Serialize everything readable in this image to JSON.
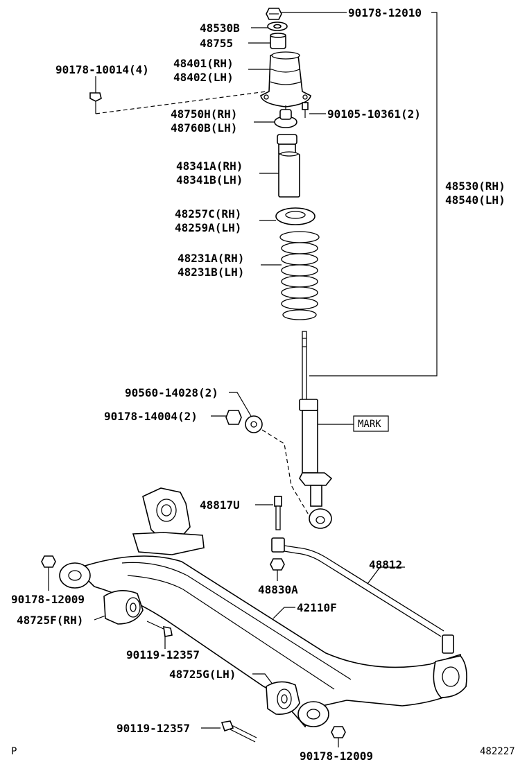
{
  "labels": {
    "p90178_12010": "90178-12010",
    "p48530B": "48530B",
    "p48755": "48755",
    "p90178_10014": "90178-10014(4)",
    "p48401": "48401(RH)",
    "p48402": "48402(LH)",
    "p48750H": "48750H(RH)",
    "p48760B": "48760B(LH)",
    "p90105_10361": "90105-10361(2)",
    "p48341A": "48341A(RH)",
    "p48341B": "48341B(LH)",
    "p48530": "48530(RH)",
    "p48540": "48540(LH)",
    "p48257C": "48257C(RH)",
    "p48259A": "48259A(LH)",
    "p48231A": "48231A(RH)",
    "p48231B": "48231B(LH)",
    "p90560_14028": "90560-14028(2)",
    "p90178_14004": "90178-14004(2)",
    "mark": "MARK",
    "p48817U": "48817U",
    "p48812": "48812",
    "p90178_12009_left": "90178-12009",
    "p48830A": "48830A",
    "p48725F": "48725F(RH)",
    "p42110F": "42110F",
    "p90119_12357_a": "90119-12357",
    "p48725G": "48725G(LH)",
    "p90119_12357_b": "90119-12357",
    "p90178_12009_bottom": "90178-12009",
    "corner_p": "P",
    "diagram_id": "482227"
  }
}
